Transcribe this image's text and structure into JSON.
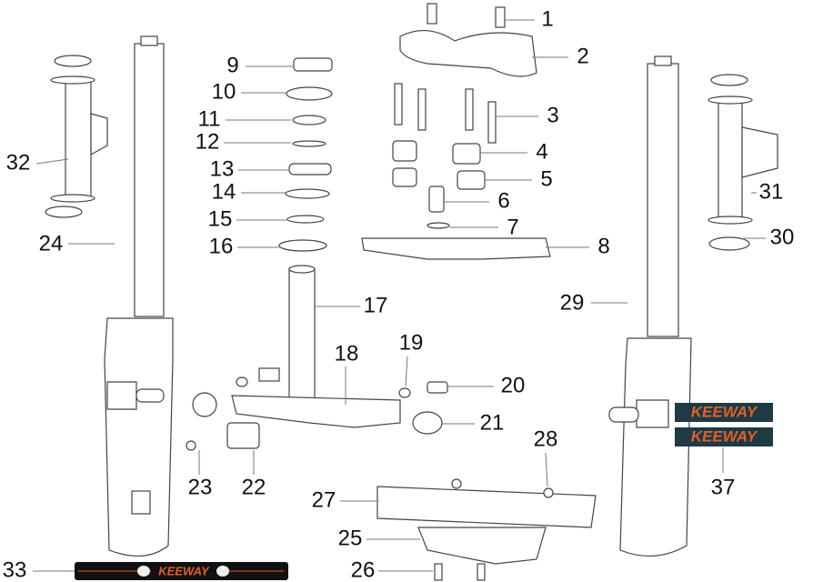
{
  "diagram": {
    "callouts": {
      "c1": "1",
      "c2": "2",
      "c3": "3",
      "c4": "4",
      "c5": "5",
      "c6": "6",
      "c7": "7",
      "c8": "8",
      "c9": "9",
      "c10": "10",
      "c11": "11",
      "c12": "12",
      "c13": "13",
      "c14": "14",
      "c15": "15",
      "c16": "16",
      "c17": "17",
      "c18": "18",
      "c19": "19",
      "c20": "20",
      "c21": "21",
      "c22": "22",
      "c23": "23",
      "c24": "24",
      "c25": "25",
      "c26": "26",
      "c27": "27",
      "c28": "28",
      "c29": "29",
      "c30": "30",
      "c31": "31",
      "c32": "32",
      "c33": "33",
      "c37": "37"
    },
    "logo_text": "KEEWAY",
    "colors": {
      "logo_orange": "#e0602a",
      "decal_bg": "#1e3a44",
      "fork_strip": "#111111"
    }
  }
}
